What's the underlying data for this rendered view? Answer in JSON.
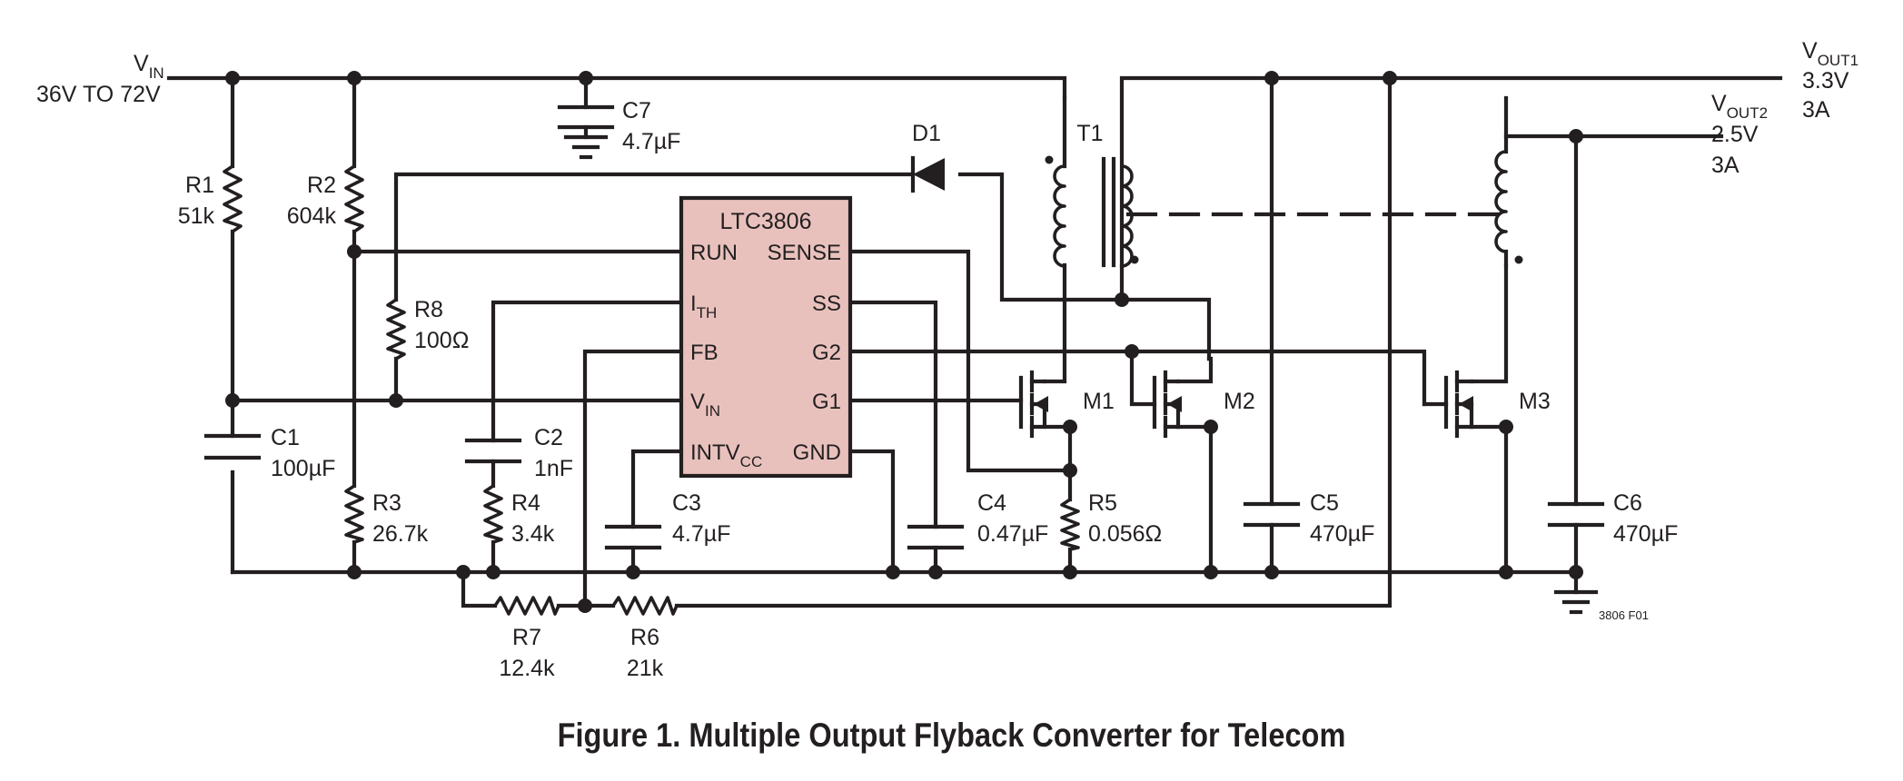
{
  "caption": "Figure 1. Multiple Output Flyback Converter for Telecom",
  "figure_ref": "3806 F01",
  "input": {
    "name": "V",
    "sub": "IN",
    "range": "36V TO 72V"
  },
  "outputs": [
    {
      "name": "V",
      "sub": "OUT1",
      "voltage": "3.3V",
      "current": "3A"
    },
    {
      "name": "V",
      "sub": "OUT2",
      "voltage": "2.5V",
      "current": "3A"
    }
  ],
  "ic": {
    "name": "LTC3806",
    "left_pins": [
      {
        "label": "RUN"
      },
      {
        "label": "I",
        "sub": "TH"
      },
      {
        "label": "FB"
      },
      {
        "label": "V",
        "sub": "IN"
      },
      {
        "label": "INTV",
        "sub": "CC"
      }
    ],
    "right_pins": [
      "SENSE",
      "SS",
      "G2",
      "G1",
      "GND"
    ]
  },
  "components": {
    "R1": {
      "ref": "R1",
      "value": "51k"
    },
    "R2": {
      "ref": "R2",
      "value": "604k"
    },
    "R3": {
      "ref": "R3",
      "value": "26.7k"
    },
    "R4": {
      "ref": "R4",
      "value": "3.4k"
    },
    "R5": {
      "ref": "R5",
      "value": "0.056Ω"
    },
    "R6": {
      "ref": "R6",
      "value": "21k"
    },
    "R7": {
      "ref": "R7",
      "value": "12.4k"
    },
    "R8": {
      "ref": "R8",
      "value": "100Ω"
    },
    "C1": {
      "ref": "C1",
      "value": "100µF"
    },
    "C2": {
      "ref": "C2",
      "value": "1nF"
    },
    "C3": {
      "ref": "C3",
      "value": "4.7µF"
    },
    "C4": {
      "ref": "C4",
      "value": "0.47µF"
    },
    "C5": {
      "ref": "C5",
      "value": "470µF"
    },
    "C6": {
      "ref": "C6",
      "value": "470µF"
    },
    "C7": {
      "ref": "C7",
      "value": "4.7µF"
    },
    "D1": {
      "ref": "D1"
    },
    "T1": {
      "ref": "T1"
    },
    "M1": {
      "ref": "M1"
    },
    "M2": {
      "ref": "M2"
    },
    "M3": {
      "ref": "M3"
    }
  }
}
